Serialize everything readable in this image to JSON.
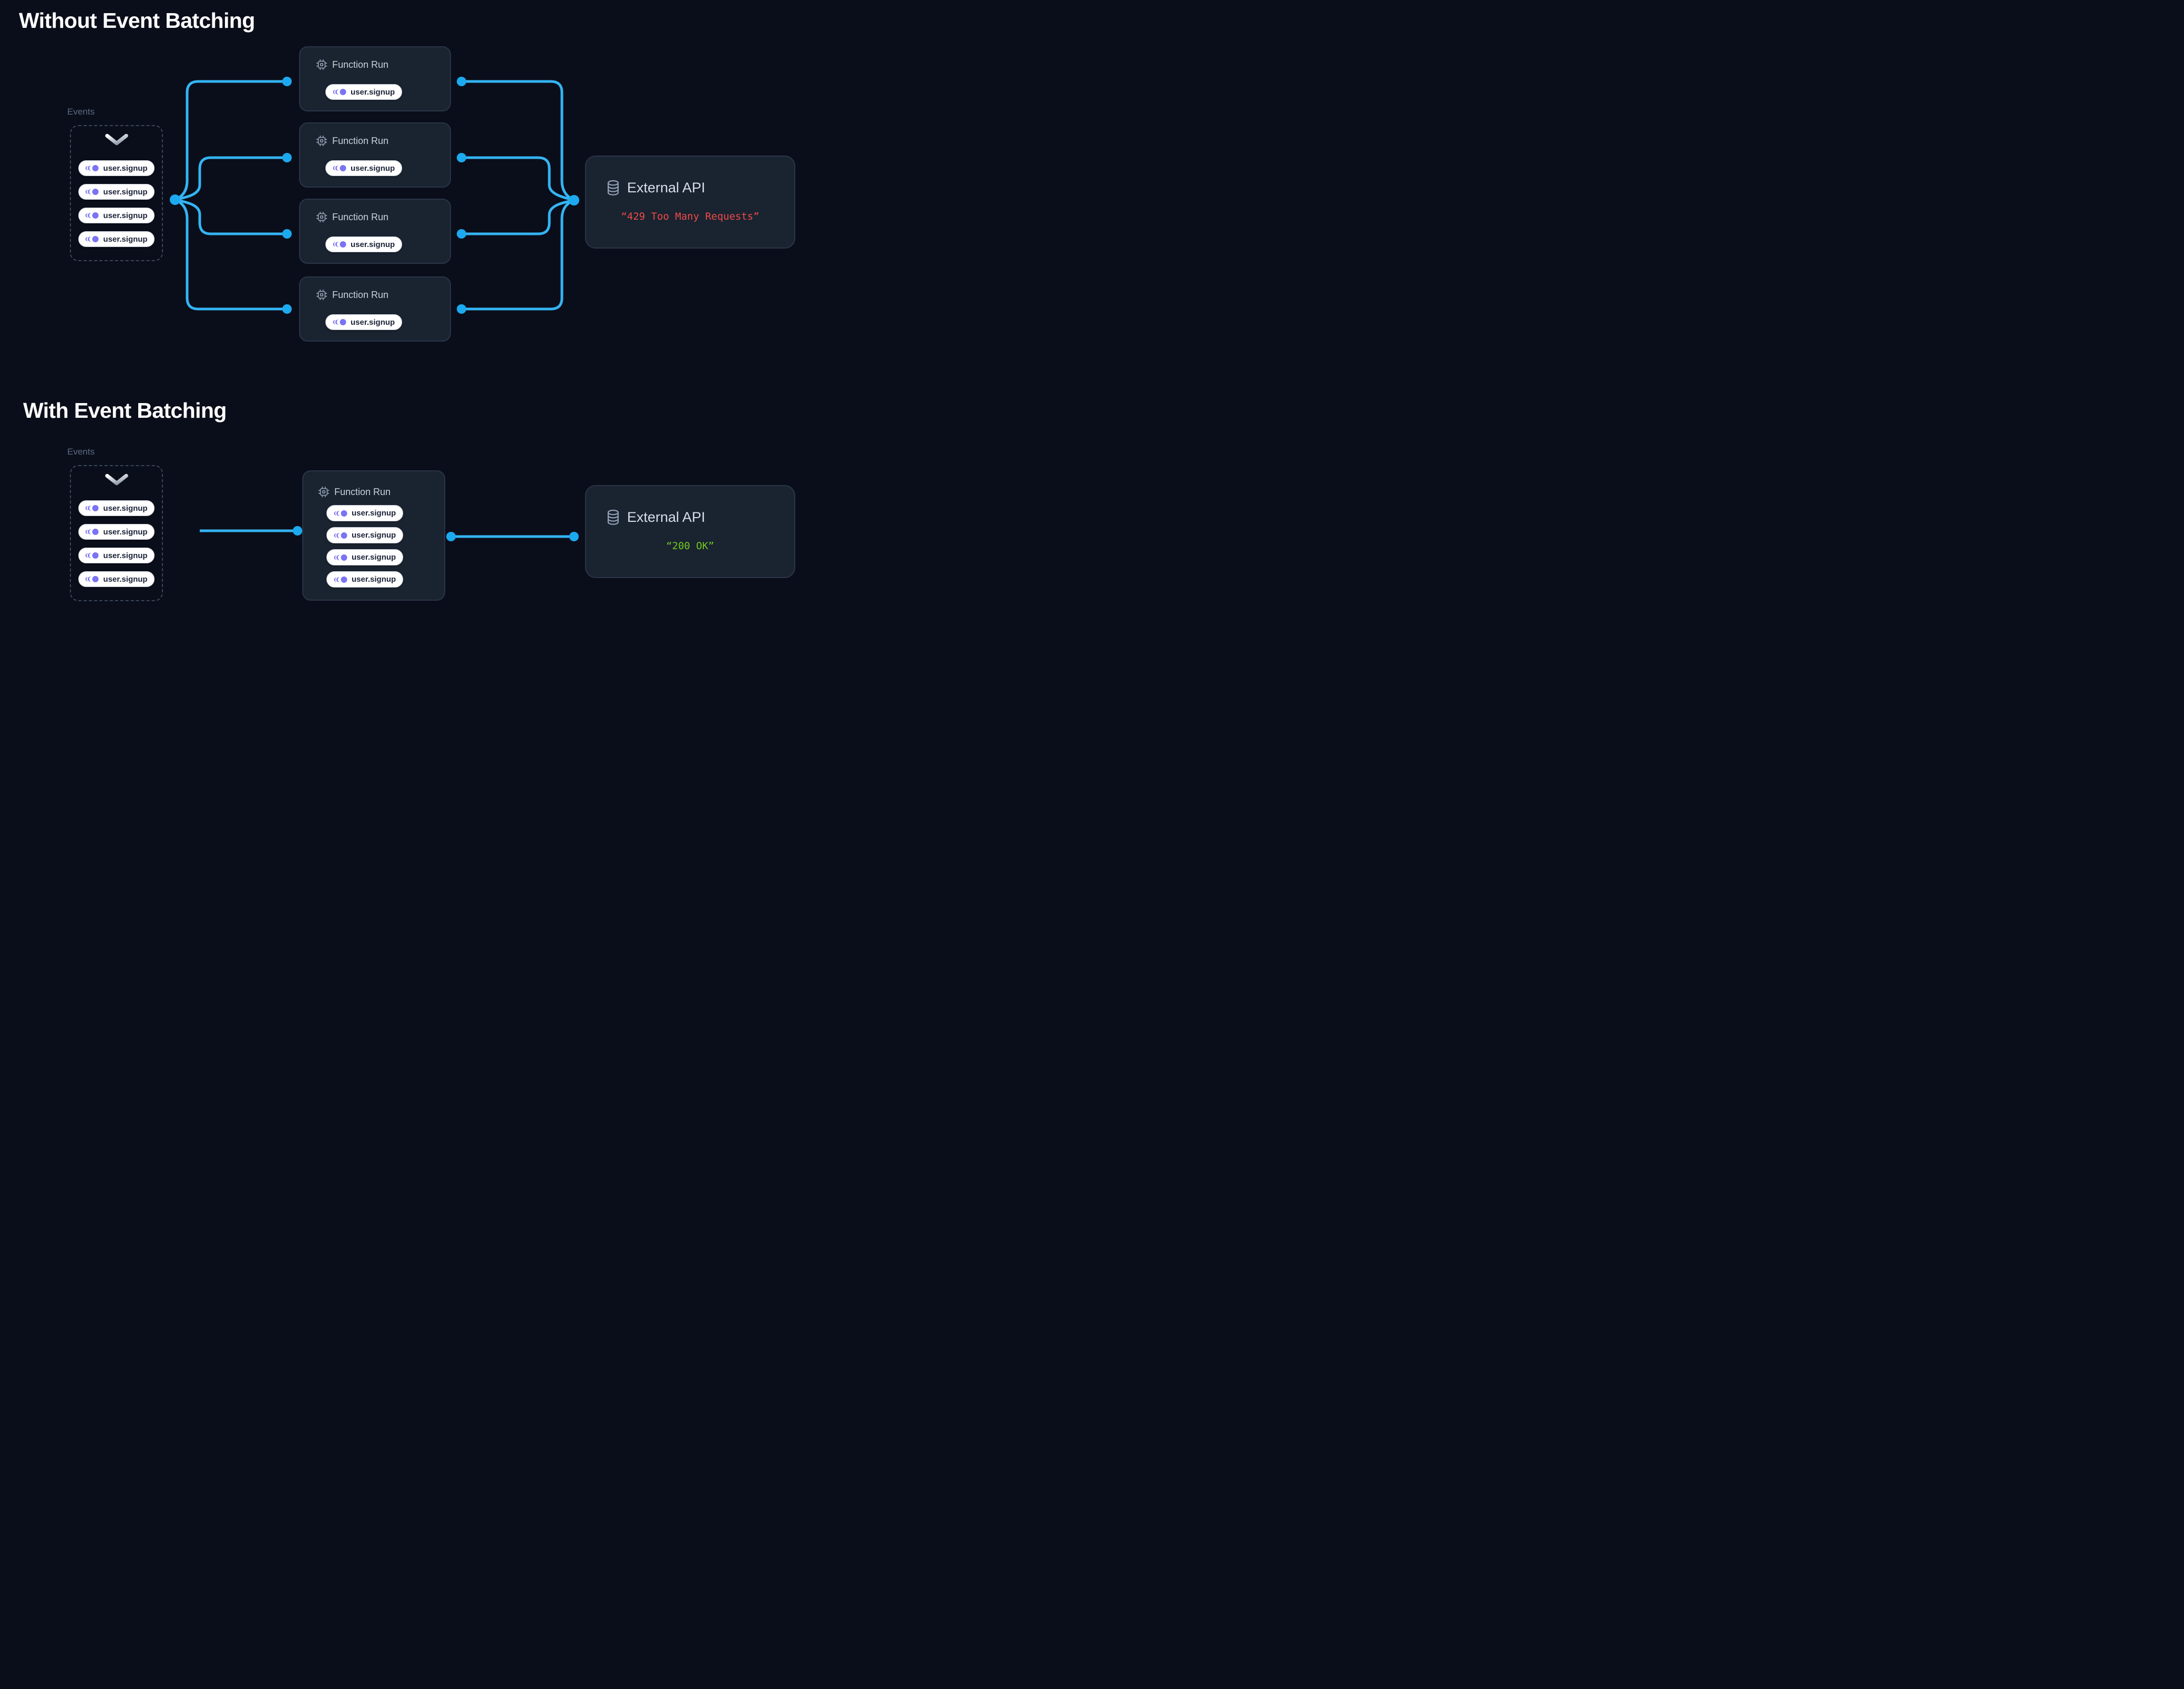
{
  "top": {
    "title": "Without Event Batching",
    "events_panel": {
      "label": "Events",
      "items": [
        "user.signup",
        "user.signup",
        "user.signup",
        "user.signup"
      ]
    },
    "function_runs": [
      {
        "title": "Function Run",
        "events": [
          "user.signup"
        ]
      },
      {
        "title": "Function Run",
        "events": [
          "user.signup"
        ]
      },
      {
        "title": "Function Run",
        "events": [
          "user.signup"
        ]
      },
      {
        "title": "Function Run",
        "events": [
          "user.signup"
        ]
      }
    ],
    "external_api": {
      "title": "External API",
      "response": "“429 Too Many Requests”",
      "status": "error"
    }
  },
  "bottom": {
    "title": "With Event Batching",
    "events_panel": {
      "label": "Events",
      "items": [
        "user.signup",
        "user.signup",
        "user.signup",
        "user.signup"
      ]
    },
    "function_runs": [
      {
        "title": "Function Run",
        "events": [
          "user.signup",
          "user.signup",
          "user.signup",
          "user.signup"
        ]
      }
    ],
    "external_api": {
      "title": "External API",
      "response": "“200 OK”",
      "status": "success"
    }
  },
  "icons": {
    "event_pill": "event-pulse-icon",
    "function_run": "chip-icon",
    "external_api": "database-icon",
    "events_panel": "chevron-down-icon"
  },
  "colors": {
    "background": "#0a0e1a",
    "card_background": "#1a2330",
    "card_border": "#2a3547",
    "connector_blue": "#34b4f3",
    "connector_dot": "#1ca9ef",
    "event_icon_indigo": "#7a73f3",
    "error_red": "#ef4b48",
    "success_green": "#72c91e",
    "title_white": "#ffffff",
    "muted_label": "#5d6b80"
  }
}
